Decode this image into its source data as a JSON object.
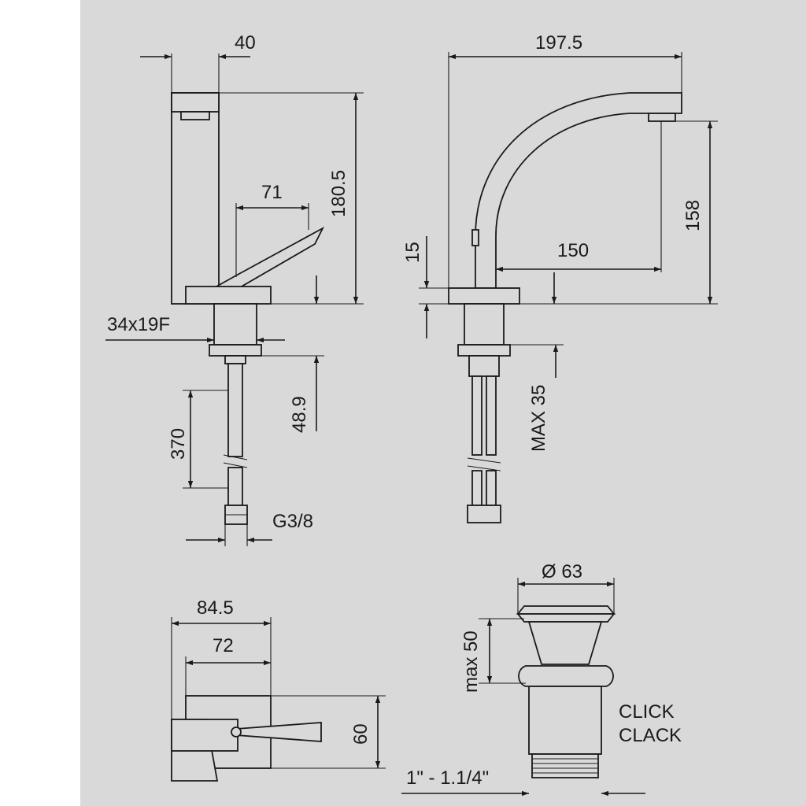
{
  "colors": {
    "background": "#d9d9d9",
    "line": "#1a1a1a",
    "page": "#ffffff"
  },
  "dimensions": {
    "front_lever_offset": "40",
    "front_height": "180.5",
    "front_lever_reach": "71",
    "front_nut": "34x19F",
    "front_shank": "48.9",
    "front_hose": "370",
    "front_thread": "G3/8",
    "side_total_length": "197.5",
    "side_outlet_height": "158",
    "side_base_height": "15",
    "side_spout_reach": "150",
    "side_max_thickness": "MAX 35",
    "top_total_depth": "84.5",
    "top_inner_depth": "72",
    "top_width": "60",
    "waste_diameter": "Ø 63",
    "waste_max_height": "max 50",
    "waste_type_line1": "CLICK",
    "waste_type_line2": "CLACK",
    "waste_thread": "1\" - 1.1/4\""
  }
}
